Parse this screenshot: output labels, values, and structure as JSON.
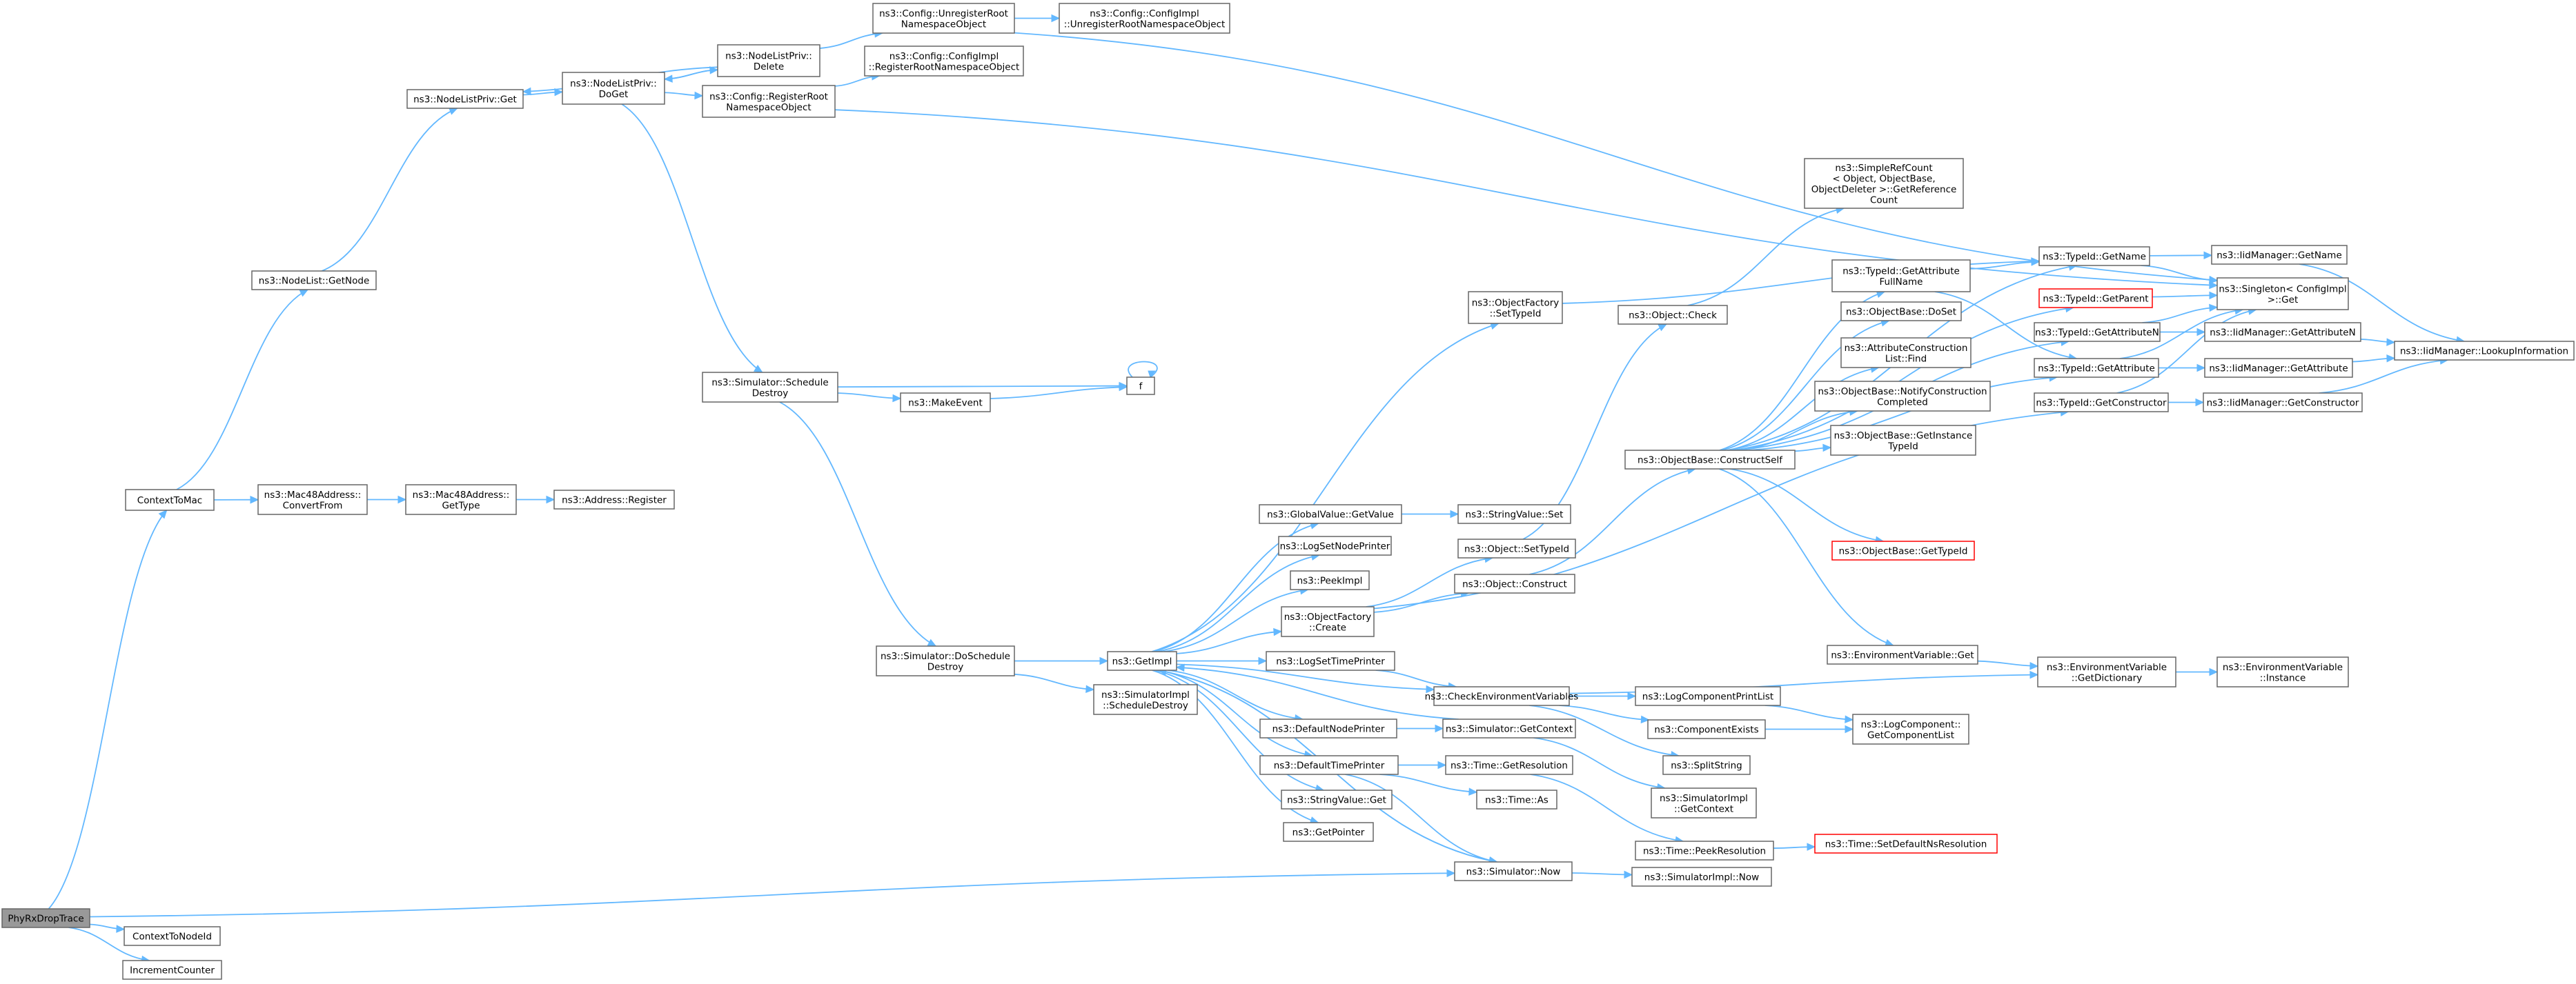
{
  "colors": {
    "edge": "#63b8ff",
    "node_border": "#666666",
    "root_fill": "#999999",
    "highlight_border": "#ff0000"
  },
  "nodes": {
    "PhyRxDropTrace": [
      "PhyRxDropTrace"
    ],
    "ContextToMac": [
      "ContextToMac"
    ],
    "ContextToNodeId": [
      "ContextToNodeId"
    ],
    "IncrementCounter": [
      "IncrementCounter"
    ],
    "NodeListGetNode": [
      "ns3::NodeList::GetNode"
    ],
    "NodeListPrivGet": [
      "ns3::NodeListPriv::Get"
    ],
    "NodeListPrivDoGet": [
      "ns3::NodeListPriv::",
      "DoGet"
    ],
    "NodeListPrivDelete": [
      "ns3::NodeListPriv::",
      "Delete"
    ],
    "ConfigUnregisterRoot": [
      "ns3::Config::UnregisterRoot",
      "NamespaceObject"
    ],
    "ConfigImplUnregister": [
      "ns3::Config::ConfigImpl",
      "::UnregisterRootNamespaceObject"
    ],
    "ConfigImplRegister": [
      "ns3::Config::ConfigImpl",
      "::RegisterRootNamespaceObject"
    ],
    "ConfigRegisterRoot": [
      "ns3::Config::RegisterRoot",
      "NamespaceObject"
    ],
    "Mac48ConvertFrom": [
      "ns3::Mac48Address::",
      "ConvertFrom"
    ],
    "Mac48GetType": [
      "ns3::Mac48Address::",
      "GetType"
    ],
    "AddressRegister": [
      "ns3::Address::Register"
    ],
    "SimScheduleDestroy": [
      "ns3::Simulator::Schedule",
      "Destroy"
    ],
    "MakeEvent": [
      "ns3::MakeEvent"
    ],
    "f": [
      "f"
    ],
    "SimDoScheduleDestroy": [
      "ns3::Simulator::DoSchedule",
      "Destroy"
    ],
    "GetImpl": [
      "ns3::GetImpl"
    ],
    "SimImplScheduleDestroy": [
      "ns3::SimulatorImpl",
      "::ScheduleDestroy"
    ],
    "ObjectFactorySetTypeId": [
      "ns3::ObjectFactory",
      "::SetTypeId"
    ],
    "GlobalValueGetValue": [
      "ns3::GlobalValue::GetValue"
    ],
    "StringValueSet": [
      "ns3::StringValue::Set"
    ],
    "LogSetNodePrinter": [
      "ns3::LogSetNodePrinter"
    ],
    "PeekImpl": [
      "ns3::PeekImpl"
    ],
    "ObjectFactoryCreate": [
      "ns3::ObjectFactory",
      "::Create"
    ],
    "ObjectSetTypeId": [
      "ns3::Object::SetTypeId"
    ],
    "ObjectConstruct": [
      "ns3::Object::Construct"
    ],
    "LogSetTimePrinter": [
      "ns3::LogSetTimePrinter"
    ],
    "CheckEnvVars": [
      "ns3::CheckEnvironmentVariables"
    ],
    "DefaultNodePrinter": [
      "ns3::DefaultNodePrinter"
    ],
    "SimGetContext": [
      "ns3::Simulator::GetContext"
    ],
    "DefaultTimePrinter": [
      "ns3::DefaultTimePrinter"
    ],
    "TimeGetResolution": [
      "ns3::Time::GetResolution"
    ],
    "TimeAs": [
      "ns3::Time::As"
    ],
    "StringValueGet": [
      "ns3::StringValue::Get"
    ],
    "GetPointer": [
      "ns3::GetPointer"
    ],
    "SimNow": [
      "ns3::Simulator::Now"
    ],
    "SimImplNow": [
      "ns3::SimulatorImpl::Now"
    ],
    "ObjectCheck": [
      "ns3::Object::Check"
    ],
    "SimpleRefCount": [
      "ns3::SimpleRefCount",
      "< Object, ObjectBase,",
      " ObjectDeleter >::GetReference",
      "Count"
    ],
    "ObjectBaseConstructSelf": [
      "ns3::ObjectBase::ConstructSelf"
    ],
    "TypeIdGetAttributeFullName": [
      "ns3::TypeId::GetAttribute",
      "FullName"
    ],
    "ObjectBaseDoSet": [
      "ns3::ObjectBase::DoSet"
    ],
    "AttrConstructionListFind": [
      "ns3::AttributeConstruction",
      "List::Find"
    ],
    "ObjectBaseNotify": [
      "ns3::ObjectBase::NotifyConstruction",
      "Completed"
    ],
    "ObjectBaseGetInstanceTypeId": [
      "ns3::ObjectBase::GetInstance",
      "TypeId"
    ],
    "ObjectBaseGetTypeId": [
      "ns3::ObjectBase::GetTypeId"
    ],
    "EnvVarGet": [
      "ns3::EnvironmentVariable::Get"
    ],
    "LogComponentPrintList": [
      "ns3::LogComponentPrintList"
    ],
    "ComponentExists": [
      "ns3::ComponentExists"
    ],
    "SplitString": [
      "ns3::SplitString"
    ],
    "SimImplGetContext": [
      "ns3::SimulatorImpl",
      "::GetContext"
    ],
    "TimePeekResolution": [
      "ns3::Time::PeekResolution"
    ],
    "TimeSetDefaultNsResolution": [
      "ns3::Time::SetDefaultNsResolution"
    ],
    "TypeIdGetName": [
      "ns3::TypeId::GetName"
    ],
    "TypeIdGetParent": [
      "ns3::TypeId::GetParent"
    ],
    "TypeIdGetAttributeN": [
      "ns3::TypeId::GetAttributeN"
    ],
    "TypeIdGetAttribute": [
      "ns3::TypeId::GetAttribute"
    ],
    "TypeIdGetConstructor": [
      "ns3::TypeId::GetConstructor"
    ],
    "EnvVarGetDictionary": [
      "ns3::EnvironmentVariable",
      "::GetDictionary"
    ],
    "EnvVarInstance": [
      "ns3::EnvironmentVariable",
      "::Instance"
    ],
    "LogComponentGetComponentList": [
      "ns3::LogComponent::",
      "GetComponentList"
    ],
    "SingletonGet": [
      "ns3::Singleton< ConfigImpl",
      " >::Get"
    ],
    "IidGetName": [
      "ns3::IidManager::GetName"
    ],
    "IidGetAttributeN": [
      "ns3::IidManager::GetAttributeN"
    ],
    "IidGetAttribute": [
      "ns3::IidManager::GetAttribute"
    ],
    "IidGetConstructor": [
      "ns3::IidManager::GetConstructor"
    ],
    "IidLookupInformation": [
      "ns3::IidManager::LookupInformation"
    ]
  }
}
